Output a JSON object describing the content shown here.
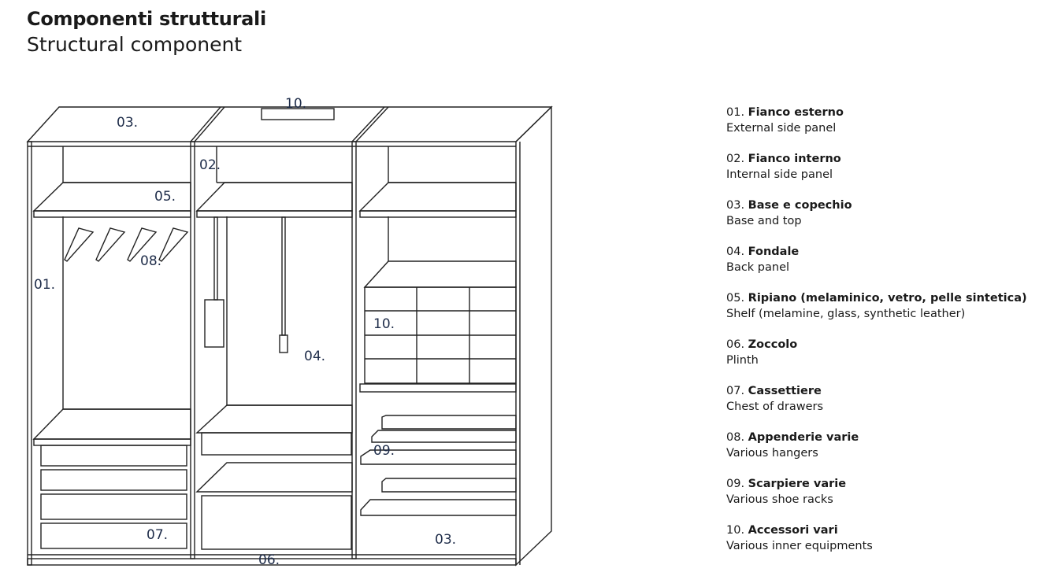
{
  "header": {
    "title": "Componenti strutturali",
    "subtitle": "Structural component"
  },
  "diagram_labels": {
    "l01": "01.",
    "l02": "02.",
    "l03a": "03.",
    "l03b": "03.",
    "l04": "04.",
    "l05": "05.",
    "l06": "06.",
    "l07": "07.",
    "l08": "08.",
    "l09": "09.",
    "l10a": "10.",
    "l10b": "10."
  },
  "legend": [
    {
      "num": "01.",
      "it": "Fianco esterno",
      "en": "External side panel"
    },
    {
      "num": "02.",
      "it": "Fianco interno",
      "en": "Internal side panel"
    },
    {
      "num": "03.",
      "it": "Base e copechio",
      "en": "Base and top"
    },
    {
      "num": "04.",
      "it": "Fondale",
      "en": "Back panel"
    },
    {
      "num": "05.",
      "it": "Ripiano (melaminico, vetro, pelle sintetica)",
      "en": "Shelf (melamine, glass, synthetic leather)"
    },
    {
      "num": "06.",
      "it": "Zoccolo",
      "en": "Plinth"
    },
    {
      "num": "07.",
      "it": "Cassettiere",
      "en": "Chest of drawers"
    },
    {
      "num": "08.",
      "it": "Appenderie varie",
      "en": "Various hangers"
    },
    {
      "num": "09.",
      "it": "Scarpiere varie",
      "en": "Various shoe racks"
    },
    {
      "num": "10.",
      "it": "Accessori vari",
      "en": "Various inner equipments"
    }
  ]
}
